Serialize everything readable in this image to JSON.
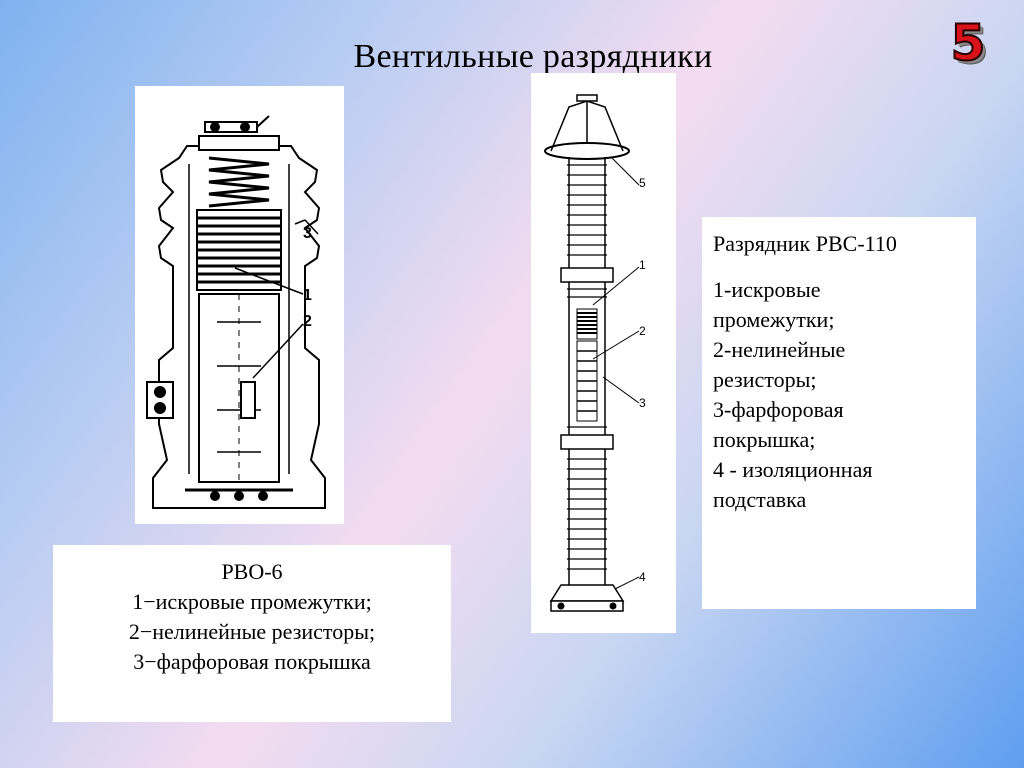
{
  "title": "Вентильные разрядники",
  "slide_number": "5",
  "rvo": {
    "labels": [
      "3",
      "1",
      "2"
    ],
    "caption": [
      "РВО-6",
      "1−искровые промежутки;",
      "2−нелинейные резисторы;",
      "3−фарфоровая покрышка"
    ]
  },
  "rvs": {
    "labels": [
      "5",
      "1",
      "2",
      "3",
      "4"
    ],
    "caption_title": "Разрядник РВС-110",
    "caption_lines": [
      "1-искровые",
      "промежутки;",
      "2-нелинейные",
      "резисторы;",
      "3-фарфоровая",
      "покрышка;",
      "4 - изоляционная",
      "подставка"
    ]
  }
}
